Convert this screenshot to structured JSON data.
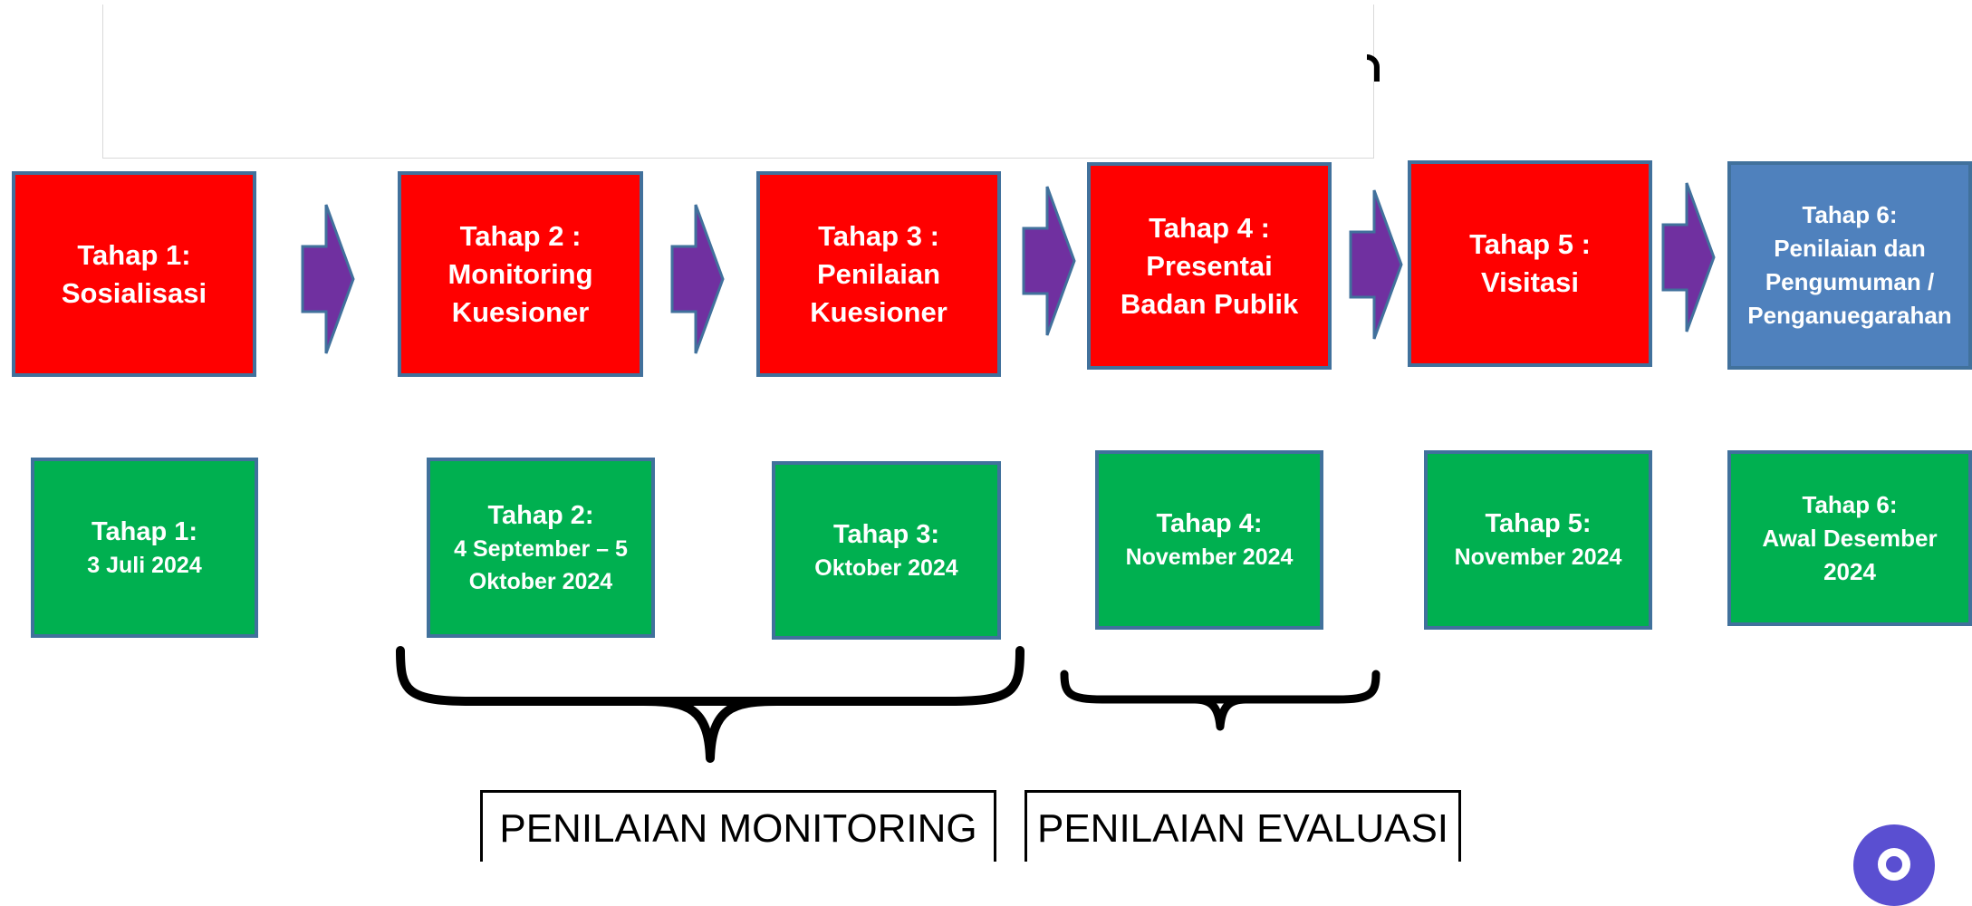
{
  "stages": [
    {
      "lines": [
        "Tahap 1:",
        "Sosialisasi"
      ]
    },
    {
      "lines": [
        "Tahap 2 :",
        "Monitoring",
        "Kuesioner"
      ]
    },
    {
      "lines": [
        "Tahap 3 :",
        "Penilaian",
        "Kuesioner"
      ]
    },
    {
      "lines": [
        "Tahap 4 :",
        "Presentai",
        "Badan Publik"
      ]
    },
    {
      "lines": [
        "Tahap 5 :",
        "Visitasi"
      ]
    },
    {
      "lines": [
        "Tahap 6:",
        "Penilaian dan",
        "Pengumuman /",
        "Penganuegarahan"
      ]
    }
  ],
  "schedule": [
    {
      "title": "Tahap 1:",
      "dates": [
        "3 Juli  2024"
      ]
    },
    {
      "title": "Tahap 2:",
      "dates": [
        "4 September – 5",
        "Oktober 2024"
      ]
    },
    {
      "title": "Tahap 3:",
      "dates": [
        "Oktober 2024"
      ]
    },
    {
      "title": "Tahap 4:",
      "dates": [
        "November 2024"
      ]
    },
    {
      "title": "Tahap 5:",
      "dates": [
        "November 2024"
      ]
    },
    {
      "title": "Tahap 6:",
      "dates": [
        "Awal Desember",
        "2024"
      ]
    }
  ],
  "groups": {
    "monitoring": "PENILAIAN MONITORING",
    "evaluasi": "PENILAIAN EVALUASI"
  },
  "colors": {
    "stage": "#ff0000",
    "final_stage": "#4f81bd",
    "schedule": "#00b050",
    "arrow": "#7030a0",
    "border": "#41719c"
  }
}
